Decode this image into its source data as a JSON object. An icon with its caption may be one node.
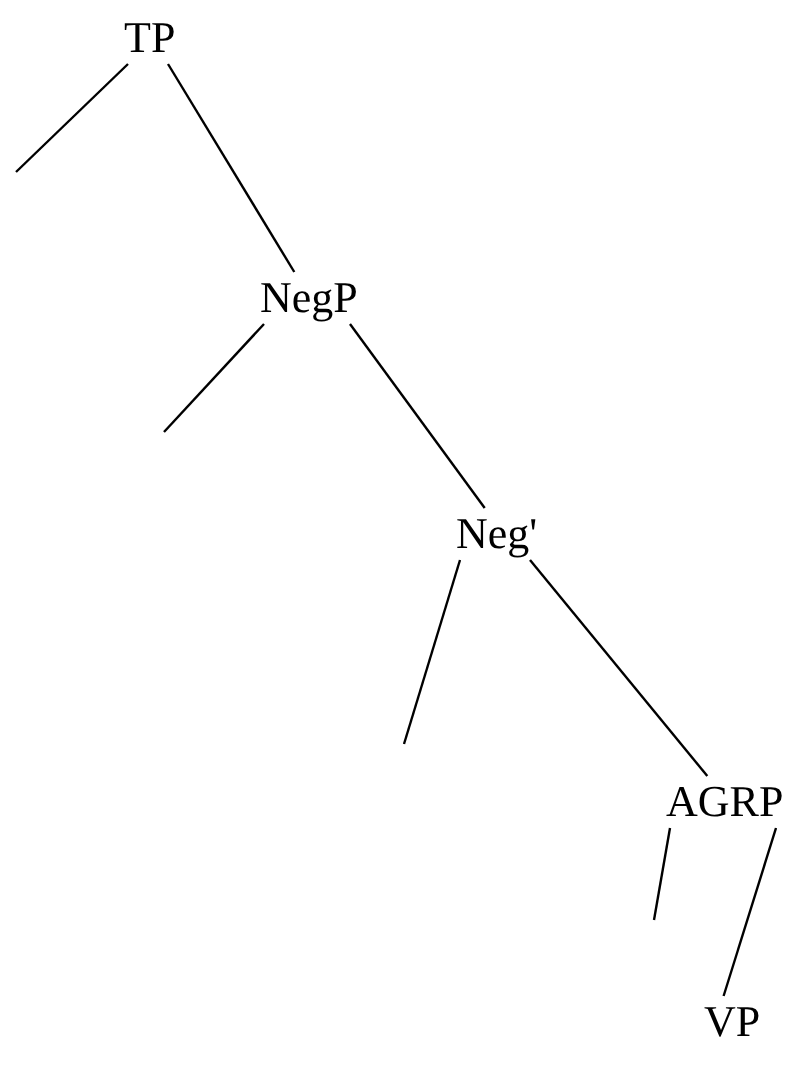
{
  "diagram": {
    "nodes": [
      {
        "text": [
          "TP"
        ]
      },
      {
        "text": [
          "NegP"
        ]
      },
      {
        "text": [
          "Neg'"
        ]
      },
      {
        "text": [
          "AGRP"
        ]
      },
      {
        "text": [
          "VP"
        ]
      }
    ],
    "edges": [
      {
        "from": 0,
        "to": null,
        "arrow": "none"
      },
      {
        "from": 0,
        "to": 1,
        "arrow": "none"
      },
      {
        "from": 1,
        "to": null,
        "arrow": "none"
      },
      {
        "from": 1,
        "to": 2,
        "arrow": "none"
      },
      {
        "from": 2,
        "to": null,
        "arrow": "none"
      },
      {
        "from": 2,
        "to": 3,
        "arrow": "none"
      },
      {
        "from": 3,
        "to": null,
        "arrow": "none"
      },
      {
        "from": 3,
        "to": 4,
        "arrow": "none"
      }
    ]
  }
}
